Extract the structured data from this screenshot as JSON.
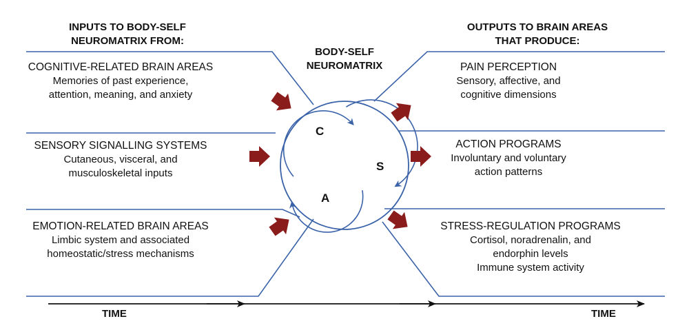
{
  "colors": {
    "blue": "#3a62a8",
    "arrow": "#8b1c1c",
    "black": "#111111"
  },
  "headers": {
    "inputs": [
      "INPUTS TO BODY-SELF",
      "NEUROMATRIX FROM:"
    ],
    "center": [
      "BODY-SELF",
      "NEUROMATRIX"
    ],
    "outputs": [
      "OUTPUTS TO BRAIN AREAS",
      "THAT PRODUCE:"
    ]
  },
  "inputs": [
    {
      "title": "COGNITIVE-RELATED BRAIN AREAS",
      "lines": [
        "Memories of past experience,",
        "attention, meaning, and anxiety"
      ]
    },
    {
      "title": "SENSORY SIGNALLING SYSTEMS",
      "lines": [
        "Cutaneous, visceral, and",
        "musculoskeletal inputs"
      ]
    },
    {
      "title": "EMOTION-RELATED BRAIN AREAS",
      "lines": [
        "Limbic system and associated",
        "homeostatic/stress mechanisms"
      ]
    }
  ],
  "outputs": [
    {
      "title": "PAIN PERCEPTION",
      "lines": [
        "Sensory, affective, and",
        "cognitive dimensions"
      ]
    },
    {
      "title": "ACTION PROGRAMS",
      "lines": [
        "Involuntary and voluntary",
        "action patterns"
      ]
    },
    {
      "title": "STRESS-REGULATION PROGRAMS",
      "lines": [
        "Cortisol, noradrenalin, and",
        "endorphin levels",
        "Immune system activity"
      ]
    }
  ],
  "circles": {
    "c": "C",
    "a": "A",
    "s": "S"
  },
  "time": {
    "left": "TIME",
    "right": "TIME"
  }
}
